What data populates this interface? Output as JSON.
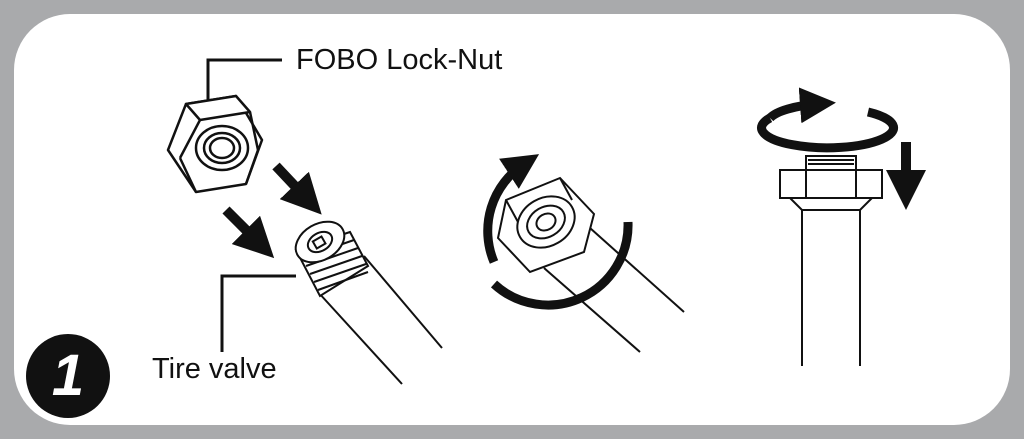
{
  "labels": {
    "lock_nut": "FOBO Lock-Nut",
    "tire_valve": "Tire valve"
  },
  "step": {
    "number": "1"
  },
  "colors": {
    "frame": "#a9aaac",
    "ink": "#111111",
    "background": "#ffffff"
  }
}
